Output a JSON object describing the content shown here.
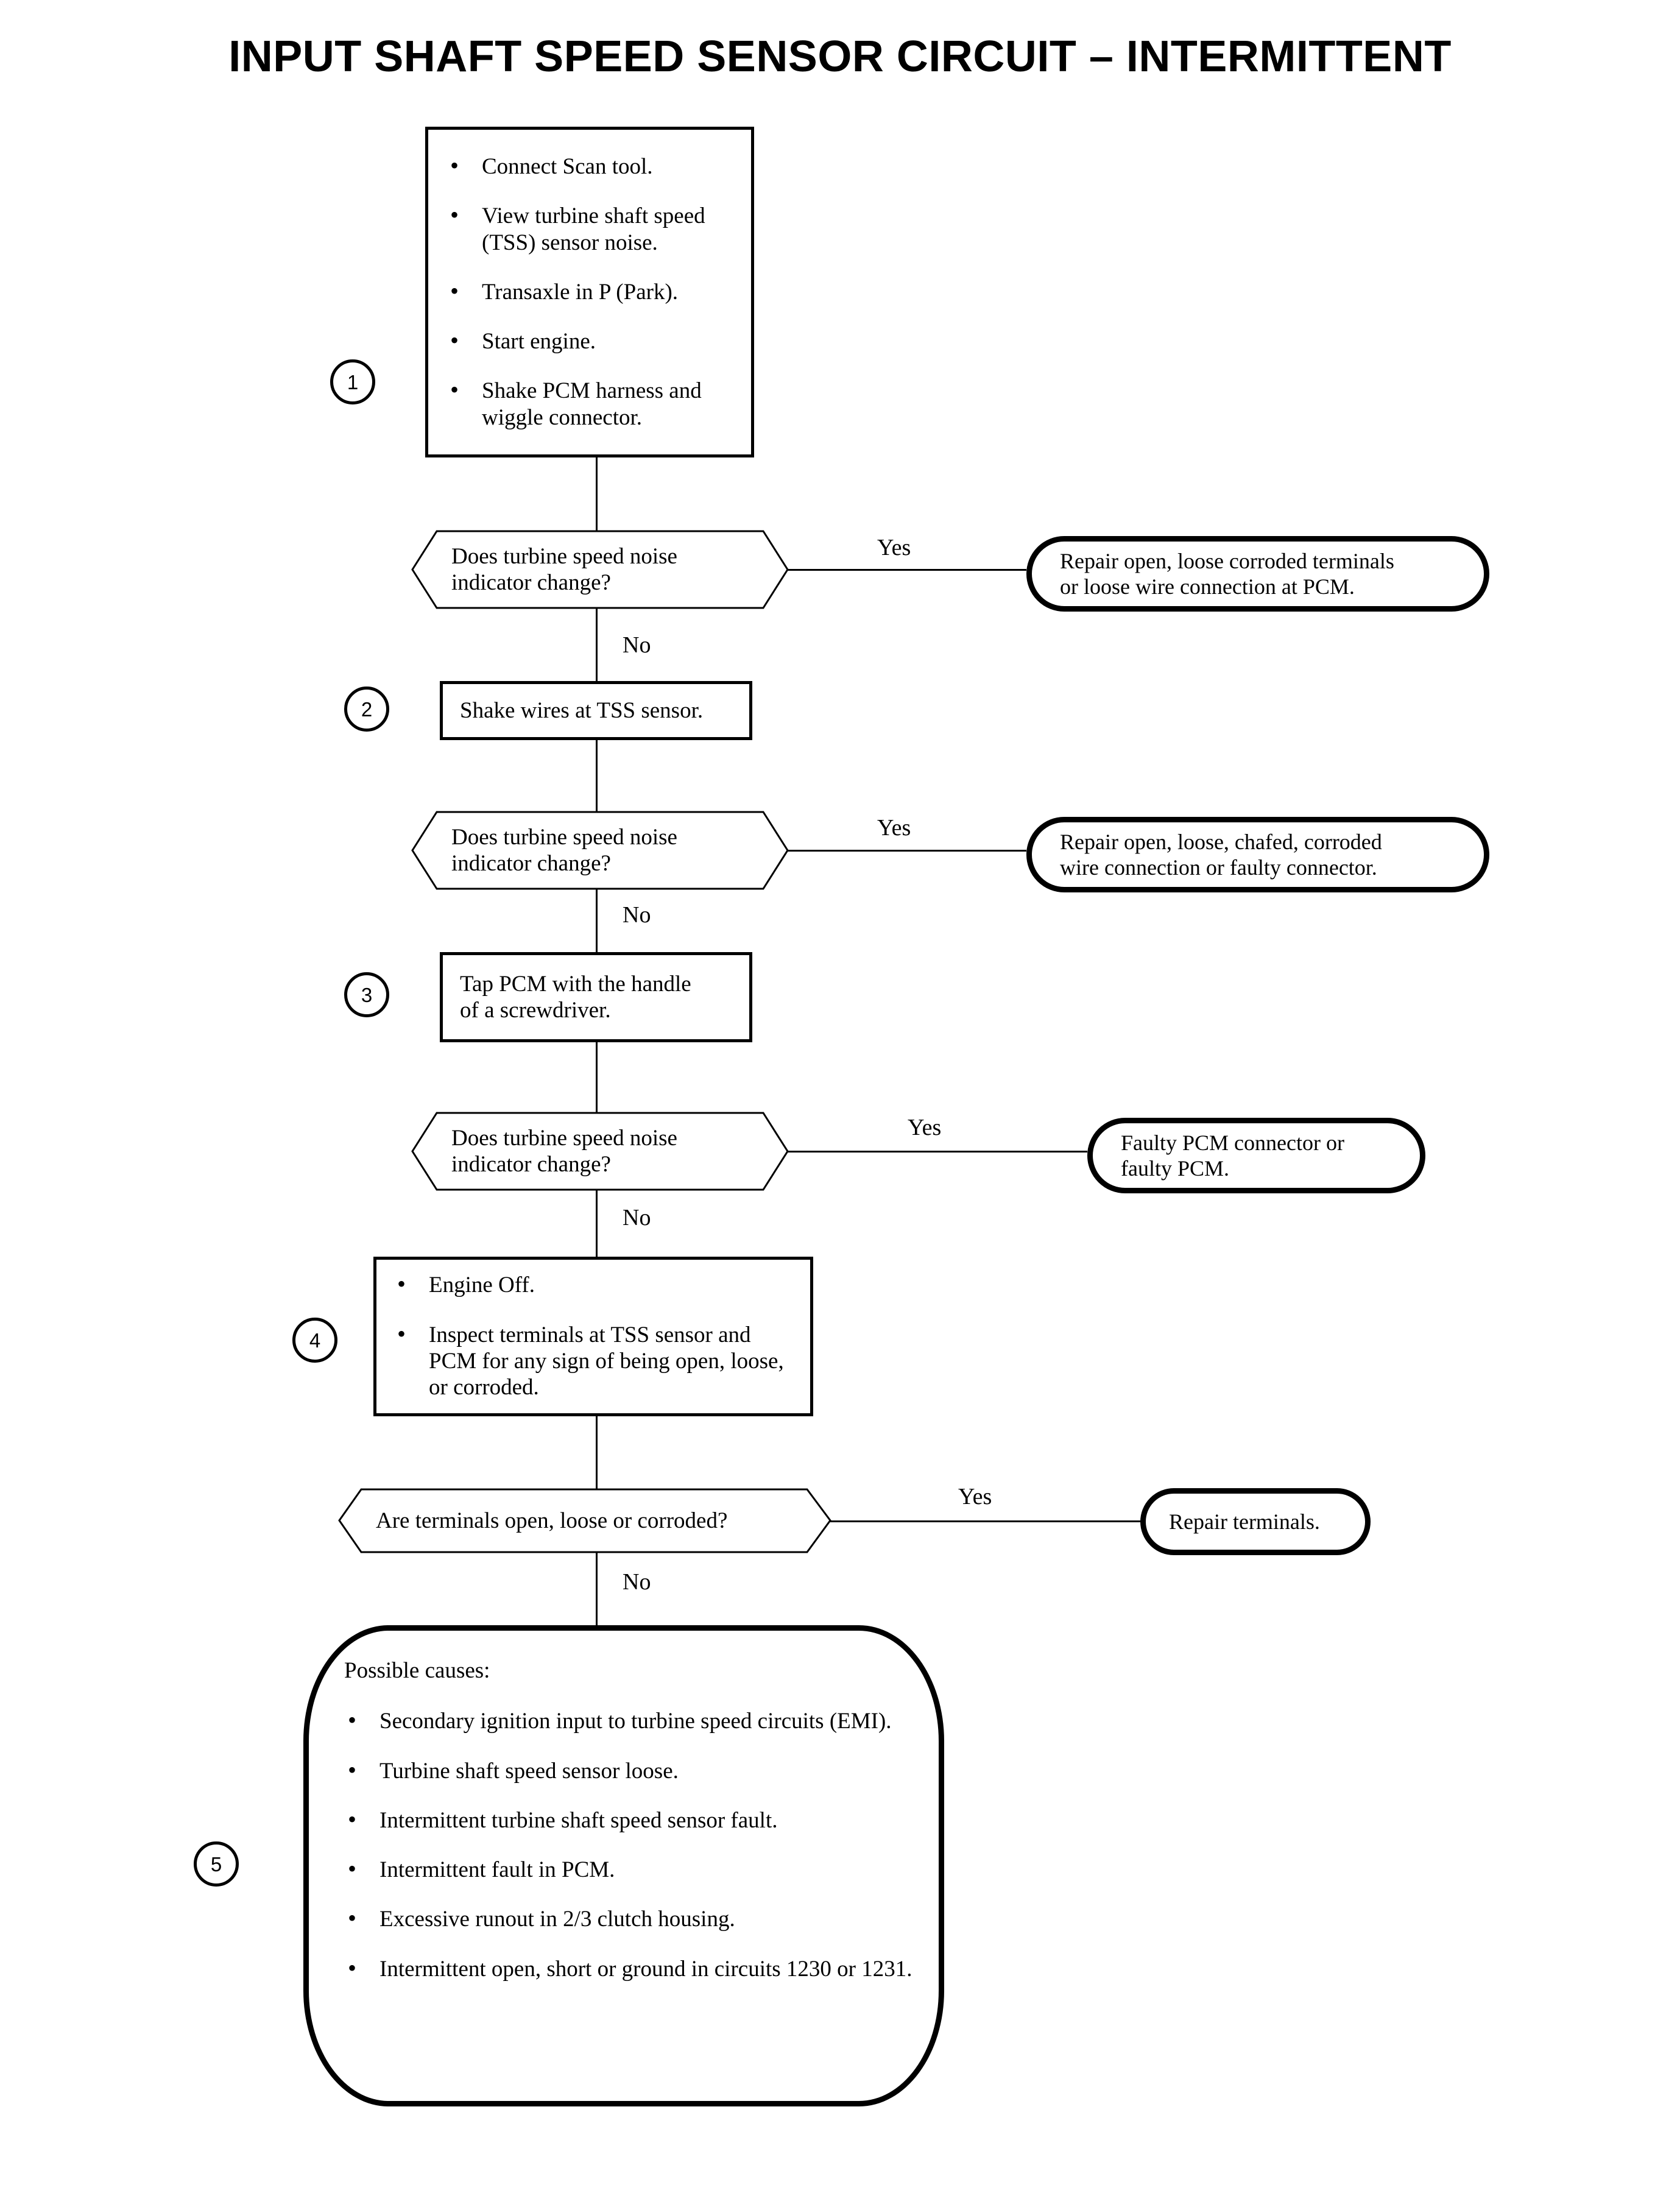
{
  "title": "INPUT SHAFT SPEED SENSOR CIRCUIT – INTERMITTENT",
  "step_markers": {
    "s1": "1",
    "s2": "2",
    "s3": "3",
    "s4": "4",
    "s5": "5"
  },
  "edge_labels": {
    "yes1": "Yes",
    "no1": "No",
    "yes2": "Yes",
    "no2": "No",
    "yes3": "Yes",
    "no3": "No",
    "yes4": "Yes",
    "no4": "No"
  },
  "step1": {
    "bullets": [
      "Connect Scan tool.",
      "View turbine shaft speed (TSS) sensor noise.",
      "Transaxle in P (Park).",
      "Start engine.",
      "Shake PCM harness and wiggle connector."
    ]
  },
  "decision1": {
    "line1": "Does turbine speed noise",
    "line2": "indicator change?"
  },
  "result1": {
    "line1": "Repair open, loose corroded terminals",
    "line2": "or loose wire connection at PCM."
  },
  "step2": {
    "text": "Shake wires at TSS sensor."
  },
  "decision2": {
    "line1": "Does turbine speed noise",
    "line2": "indicator change?"
  },
  "result2": {
    "line1": "Repair open, loose, chafed, corroded",
    "line2": "wire connection or faulty connector."
  },
  "step3": {
    "line1": "Tap PCM with the handle",
    "line2": "of a screwdriver."
  },
  "decision3": {
    "line1": "Does turbine speed noise",
    "line2": "indicator change?"
  },
  "result3": {
    "line1": "Faulty PCM connector or",
    "line2": "faulty PCM."
  },
  "step4": {
    "bullets": [
      "Engine Off.",
      "Inspect terminals at TSS sensor and PCM for any sign of being open, loose, or corroded."
    ]
  },
  "decision4": {
    "text": "Are terminals open, loose or corroded?"
  },
  "result4": {
    "text": "Repair terminals."
  },
  "step5": {
    "heading": "Possible causes:",
    "bullets": [
      "Secondary ignition input to turbine speed circuits (EMI).",
      "Turbine shaft speed sensor loose.",
      "Intermittent turbine shaft speed sensor fault.",
      "Intermittent fault in PCM.",
      "Excessive runout in 2/3 clutch housing.",
      "Intermittent open, short or ground in circuits 1230 or 1231."
    ]
  },
  "colors": {
    "ink": "#000000",
    "paper": "#ffffff"
  }
}
